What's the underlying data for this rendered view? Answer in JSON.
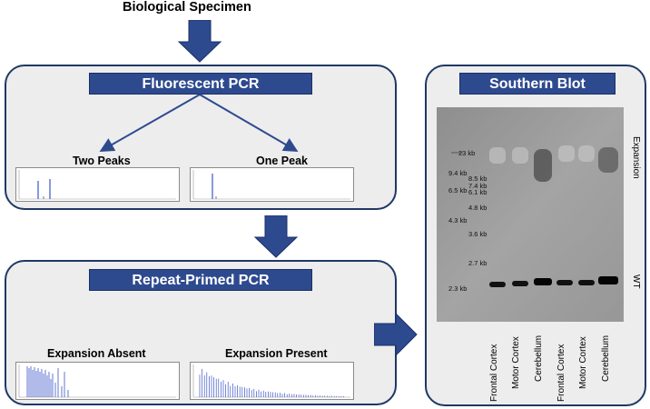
{
  "header": {
    "title": "Biological Specimen"
  },
  "fluorescent_pcr": {
    "title": "Fluorescent PCR",
    "left_label": "Two Peaks",
    "right_label": "One Peak"
  },
  "repeat_primed_pcr": {
    "title": "Repeat-Primed PCR",
    "left_label": "Expansion Absent",
    "right_label": "Expansion Present"
  },
  "southern_blot": {
    "title": "Southern Blot",
    "markers": [
      "23 kb",
      "9.4 kb",
      "8.5 kb",
      "7.4 kb",
      "6.5 kb",
      "6.1 kb",
      "4.8 kb",
      "4.3 kb",
      "3.6 kb",
      "2.7 kb",
      "2.3 kb"
    ],
    "lanes": [
      "Frontal Cortex",
      "Motor Cortex",
      "Cerebellum",
      "Frontal Cortex",
      "Motor Cortex",
      "Cerebellum"
    ],
    "side_labels": {
      "top": "Expansion",
      "bottom": "WT"
    }
  },
  "colors": {
    "accent": "#2e4a8f",
    "panel_bg": "#ededed",
    "border": "#1f3864",
    "trace": "#3a55c8"
  }
}
